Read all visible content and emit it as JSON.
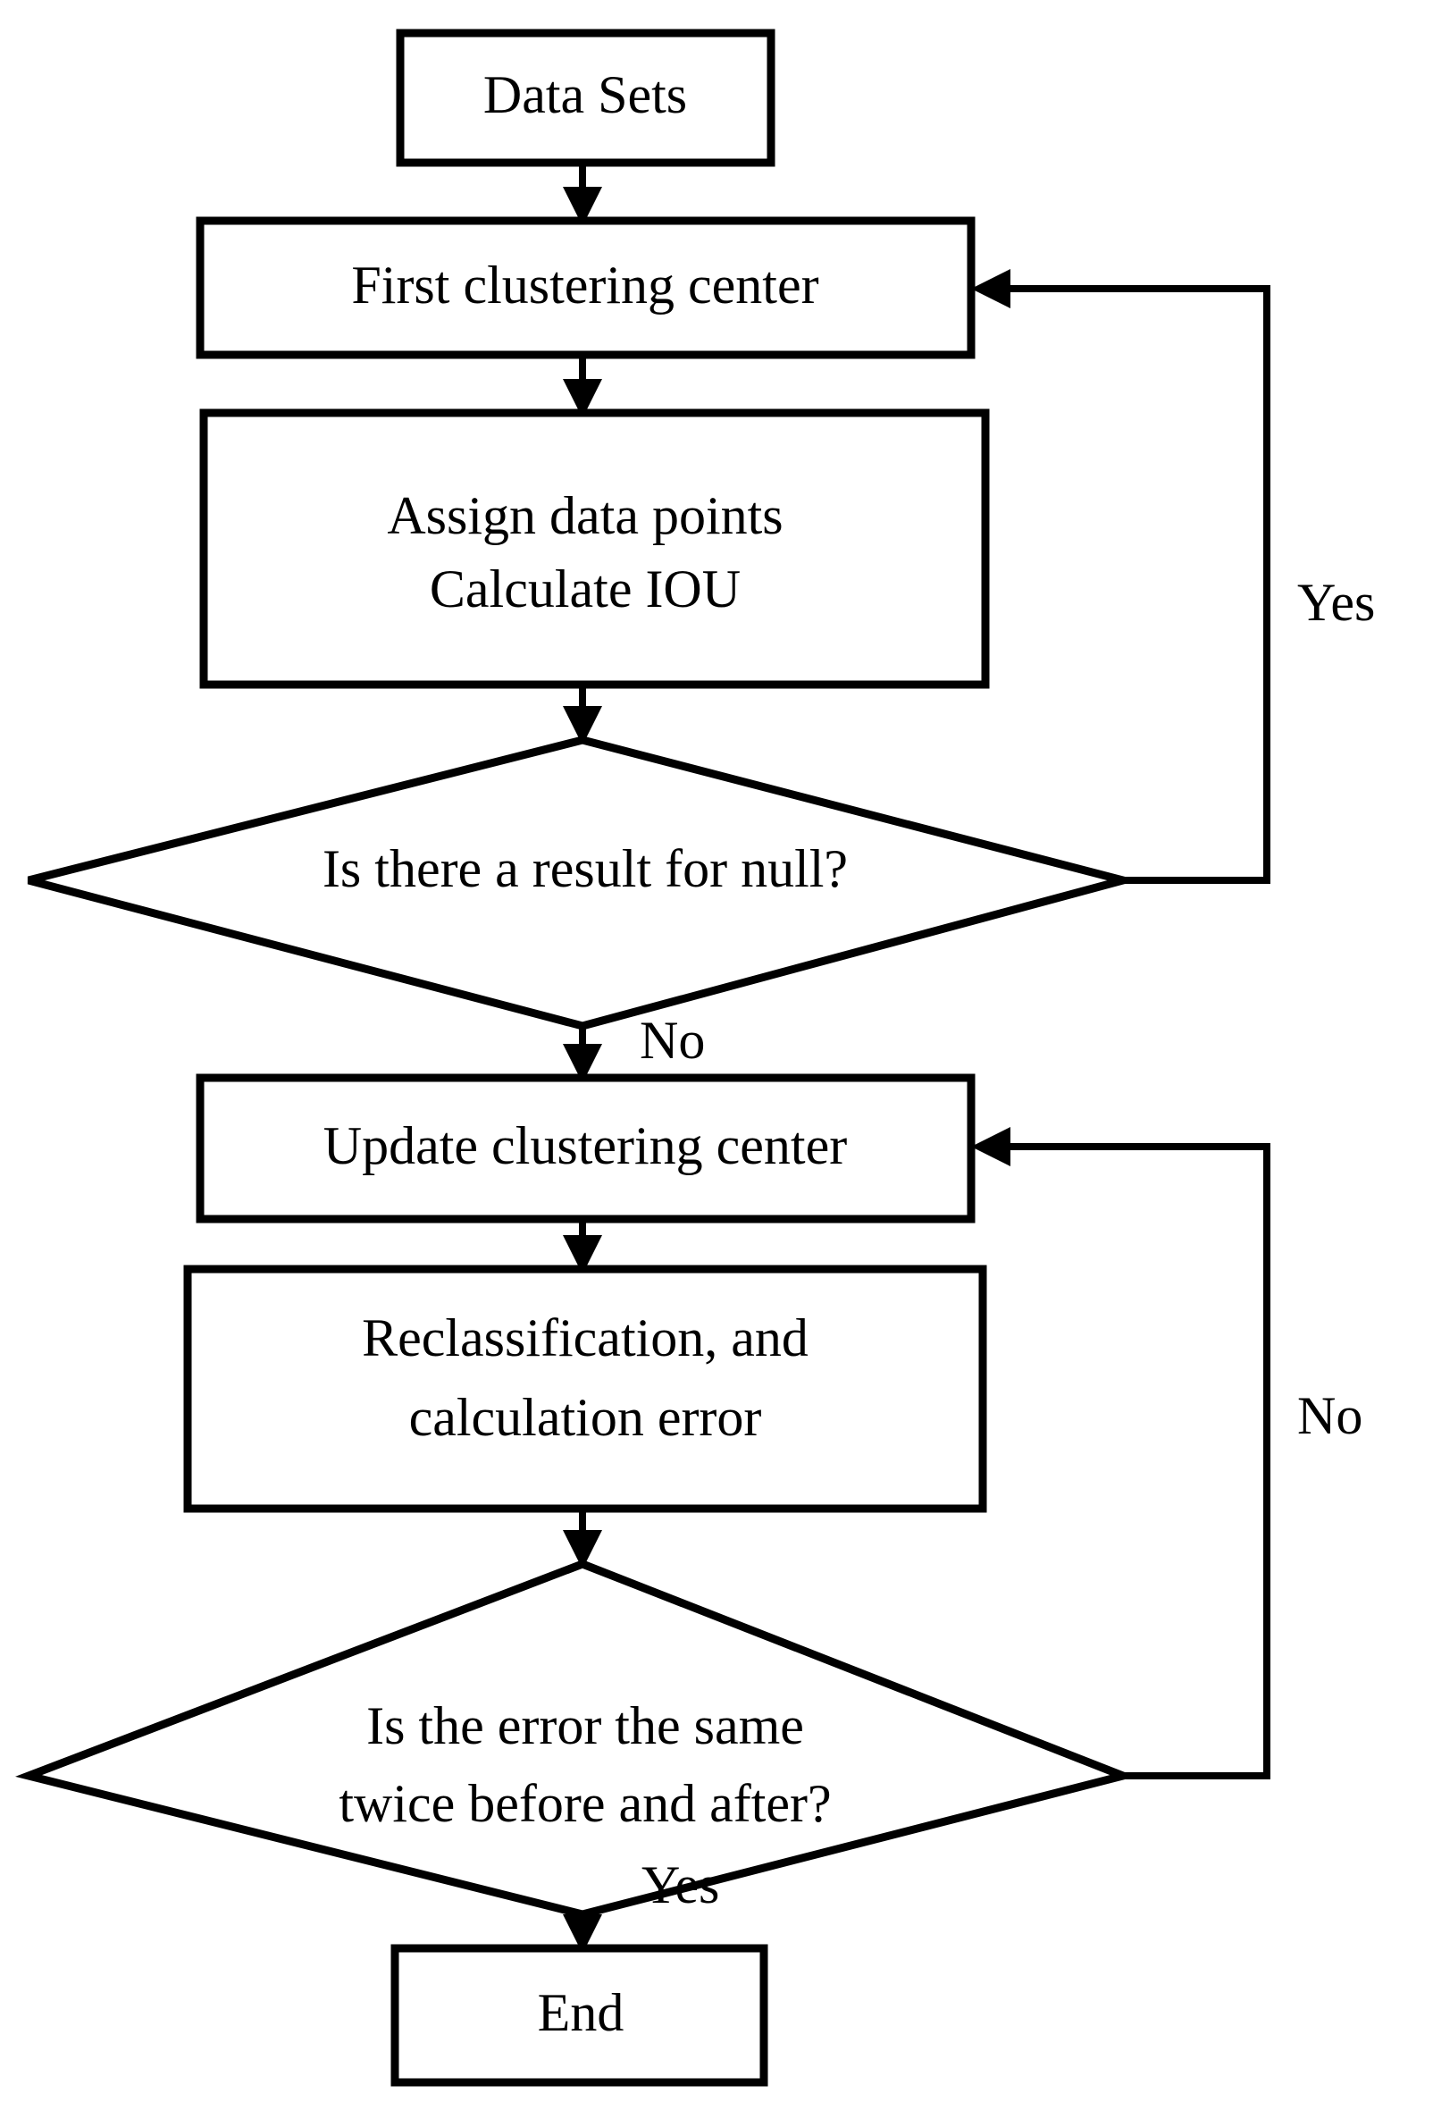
{
  "diagram": {
    "type": "flowchart",
    "title": "K-means IOU clustering flowchart",
    "stroke_color": "#000000",
    "fill_color": "#ffffff",
    "background": "#ffffff",
    "nodes": [
      {
        "id": "data-sets",
        "shape": "process",
        "label": "Data Sets"
      },
      {
        "id": "first-center",
        "shape": "process",
        "label": "First clustering center"
      },
      {
        "id": "assign-line1",
        "shape": "process",
        "label": "Assign data points"
      },
      {
        "id": "assign-line2",
        "shape": "process",
        "label": "Calculate IOU"
      },
      {
        "id": "null-check",
        "shape": "decision",
        "label": "Is there a result for null?"
      },
      {
        "id": "update-center",
        "shape": "process",
        "label": "Update clustering center"
      },
      {
        "id": "reclassify-line1",
        "shape": "process",
        "label": "Reclassification, and"
      },
      {
        "id": "reclassify-line2",
        "shape": "process",
        "label": "calculation error"
      },
      {
        "id": "error-check-line1",
        "shape": "decision",
        "label": "Is the error the same"
      },
      {
        "id": "error-check-line2",
        "shape": "decision",
        "label": "twice before and after?"
      },
      {
        "id": "end",
        "shape": "process",
        "label": "End"
      }
    ],
    "edge_labels": {
      "null_check_yes": "Yes",
      "null_check_no": "No",
      "error_check_no": "No",
      "error_check_yes": "Yes"
    }
  }
}
